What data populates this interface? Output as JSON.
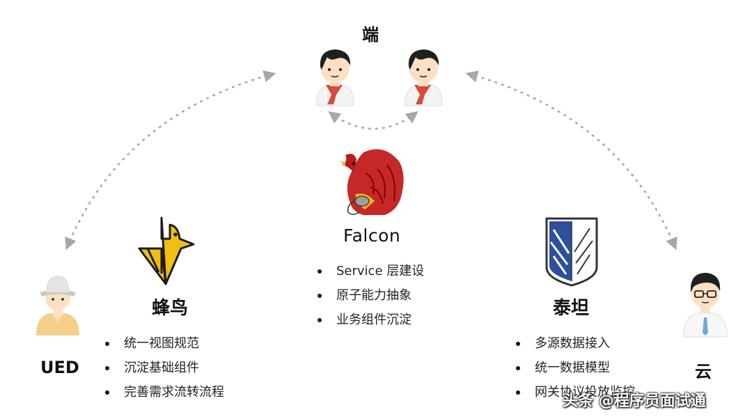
{
  "roles": {
    "top": "端",
    "left": "UED",
    "right": "云"
  },
  "products": {
    "fengniao": {
      "name": "蜂鸟",
      "features": [
        "统一视图规范",
        "沉淀基础组件",
        "完善需求流转流程"
      ]
    },
    "falcon": {
      "name": "Falcon",
      "features": [
        "Service 层建设",
        "原子能力抽象",
        "业务组件沉淀"
      ]
    },
    "taitan": {
      "name": "泰坦",
      "features": [
        "多源数据接入",
        "统一数据模型",
        "网关协议投放监控"
      ]
    }
  },
  "watermark": "头条 @程序员面试通",
  "colors": {
    "arrow": "#a8a8a8",
    "falcon_red": "#c62828",
    "bird_gold": "#f0c010",
    "titan_blue": "#2d4f9e",
    "skin": "#fde0c4",
    "hair": "#1f1f1f",
    "scarf": "#d84a3a"
  },
  "icons": [
    "developer-avatar-icon",
    "designer-avatar-icon",
    "engineer-avatar-icon",
    "hummingbird-logo-icon",
    "falcon-logo-icon",
    "wings-of-freedom-logo-icon"
  ]
}
